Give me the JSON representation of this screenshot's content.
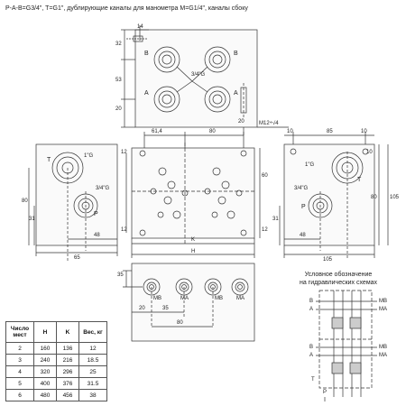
{
  "header": {
    "title": "P-A-B=G3/4\", T=G1\", дублирующие каналы для манометра M=G1/4\", каналы сбоку"
  },
  "top_view": {
    "dims": [
      "14",
      "32",
      "53",
      "20",
      "20"
    ],
    "ports": [
      "B",
      "B",
      "A",
      "A"
    ],
    "thread": "3/4\"G",
    "m_thread": "M12÷√4"
  },
  "left_view": {
    "ports": [
      "T",
      "P"
    ],
    "threads": [
      "1\"G",
      "3/4\"G"
    ],
    "dims": [
      "80",
      "31",
      "48",
      "65"
    ]
  },
  "center_view": {
    "dims": [
      "61,4",
      "80",
      "12",
      "60",
      "12",
      "12",
      "K",
      "H"
    ]
  },
  "right_view": {
    "ports": [
      "T",
      "P"
    ],
    "threads": [
      "1\"G",
      "3/4\"G"
    ],
    "dims": [
      "10",
      "85",
      "10",
      "10",
      "80",
      "105",
      "31",
      "48",
      "105"
    ]
  },
  "bottom_view": {
    "ports": [
      "MB",
      "MA",
      "MB",
      "MA"
    ],
    "dims": [
      "35",
      "20",
      "35",
      "80"
    ]
  },
  "schema": {
    "caption_line1": "Условное обозначение",
    "caption_line2": "на гидравлических схемах",
    "labels": [
      "B",
      "A",
      "MB",
      "MA",
      "B",
      "A",
      "MB",
      "MA",
      "T",
      "P"
    ]
  },
  "table": {
    "headers": [
      "Число мест",
      "H",
      "K",
      "Вес, кг"
    ],
    "rows": [
      [
        "2",
        "160",
        "136",
        "12"
      ],
      [
        "3",
        "240",
        "216",
        "18.5"
      ],
      [
        "4",
        "320",
        "296",
        "25"
      ],
      [
        "5",
        "400",
        "376",
        "31.5"
      ],
      [
        "6",
        "480",
        "456",
        "38"
      ]
    ]
  }
}
